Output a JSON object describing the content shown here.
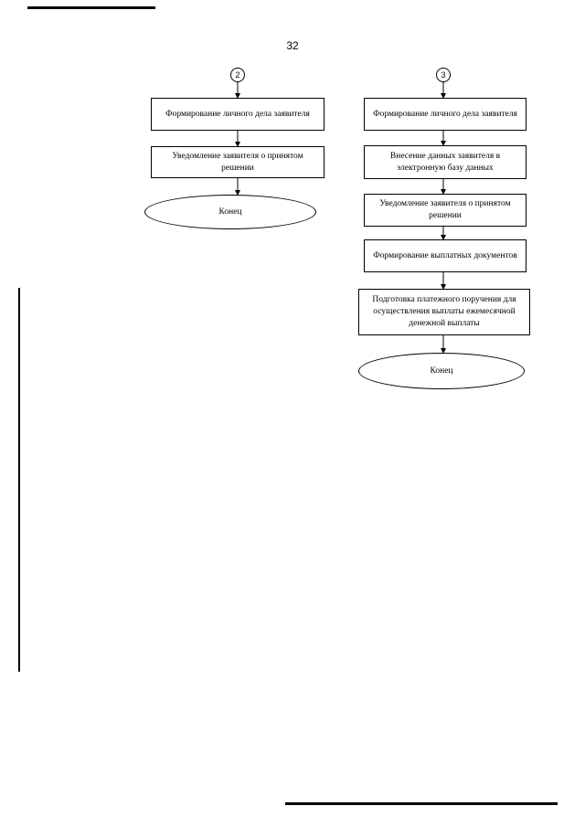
{
  "page_number": "32",
  "left_flow": {
    "connector": "2",
    "steps": [
      "Формирование личного дела заявителя",
      "Уведомление заявителя о принятом решении"
    ],
    "end": "Конец"
  },
  "right_flow": {
    "connector": "3",
    "steps": [
      "Формирование личного дела заявителя",
      "Внесение данных заявителя в электронную базу данных",
      "Уведомление заявителя о принятом решении",
      "Формирование выплатных документов",
      "Подготовка платежного поручения для осуществления выплаты ежемесячной денежной выплаты"
    ],
    "end": "Конец"
  }
}
